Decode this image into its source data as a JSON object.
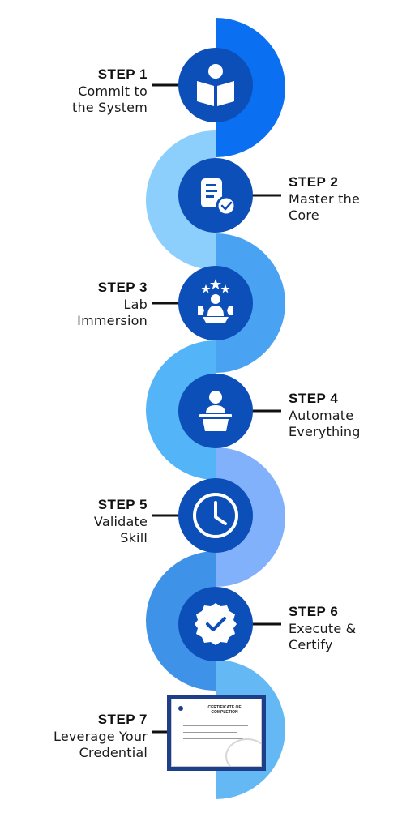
{
  "steps": [
    {
      "number": "STEP 1",
      "text": "Commit to\nthe System",
      "icon": "reader-book-icon"
    },
    {
      "number": "STEP 2",
      "text": "Master the\nCore",
      "icon": "document-check-icon"
    },
    {
      "number": "STEP 3",
      "text": "Lab\nImmersion",
      "icon": "person-stars-gear-icon"
    },
    {
      "number": "STEP 4",
      "text": "Automate\nEverything",
      "icon": "presenter-podium-icon"
    },
    {
      "number": "STEP 5",
      "text": "Validate\nSkill",
      "icon": "clock-icon"
    },
    {
      "number": "STEP 6",
      "text": "Execute &\nCertify",
      "icon": "badge-check-icon"
    },
    {
      "number": "STEP 7",
      "text": "Leverage Your\nCredential",
      "icon": "certificate-icon"
    }
  ],
  "certificate": {
    "heading": "CERTIFICATE OF COMPLETION"
  },
  "colors": {
    "circle": "#0d4fb8",
    "segments": [
      "#0a6ff0",
      "#8ccffc",
      "#4aa3f2",
      "#54b4f8",
      "#82b1fb",
      "#3e92e8",
      "#64b8f4"
    ],
    "connector": "#111111"
  }
}
